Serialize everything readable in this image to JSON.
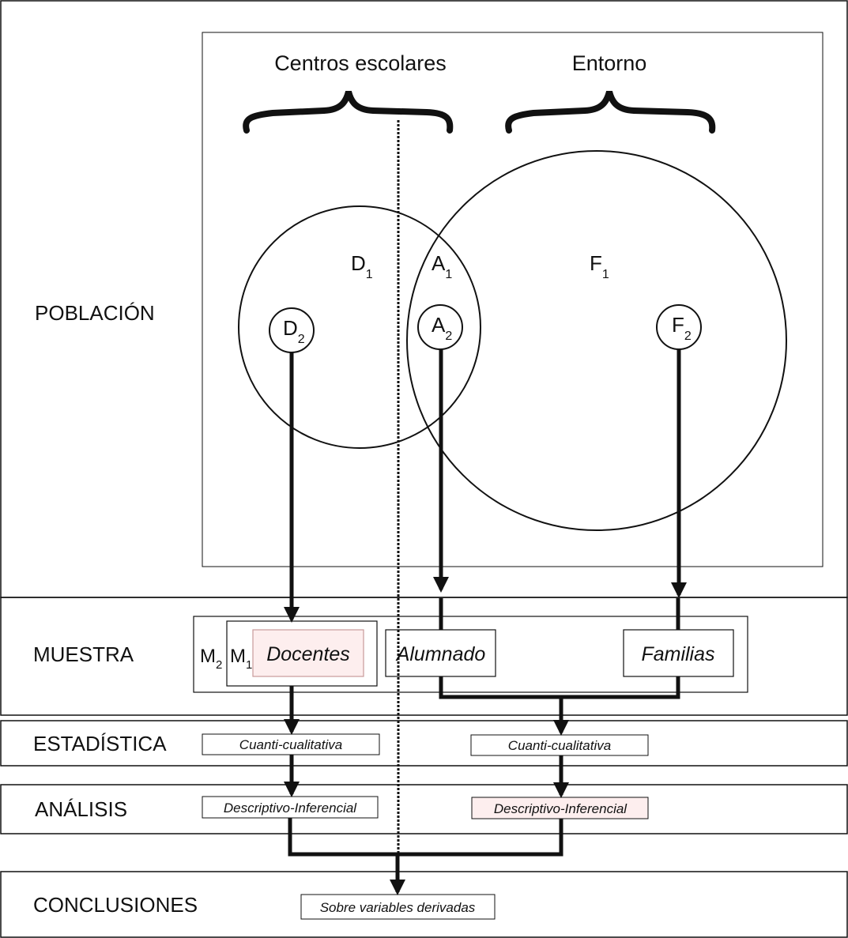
{
  "sections": {
    "poblacion": "POBLACIÓN",
    "muestra": "MUESTRA",
    "estadistica": "ESTADÍSTICA",
    "analisis": "ANÁLISIS",
    "conclusiones": "CONCLUSIONES"
  },
  "groups": {
    "centros": "Centros escolares",
    "entorno": "Entorno"
  },
  "population": {
    "d1": {
      "base": "D",
      "sub": "1"
    },
    "a1": {
      "base": "A",
      "sub": "1"
    },
    "f1": {
      "base": "F",
      "sub": "1"
    },
    "d2": {
      "base": "D",
      "sub": "2"
    },
    "a2": {
      "base": "A",
      "sub": "2"
    },
    "f2": {
      "base": "F",
      "sub": "2"
    }
  },
  "sample": {
    "m2": {
      "base": "M",
      "sub": "2"
    },
    "m1": {
      "base": "M",
      "sub": "1"
    },
    "docentes": "Docentes",
    "alumnado": "Alumnado",
    "familias": "Familias"
  },
  "stats": {
    "left": "Cuanti-cualitativa",
    "right": "Cuanti-cualitativa"
  },
  "analysis": {
    "left": "Descriptivo-Inferencial",
    "right": "Descriptivo-Inferencial"
  },
  "conclusions": {
    "box": "Sobre variables derivadas"
  },
  "colors": {
    "highlight_fill": "#fdeeee",
    "highlight_stroke": "#c89a9a",
    "line": "#111111"
  }
}
